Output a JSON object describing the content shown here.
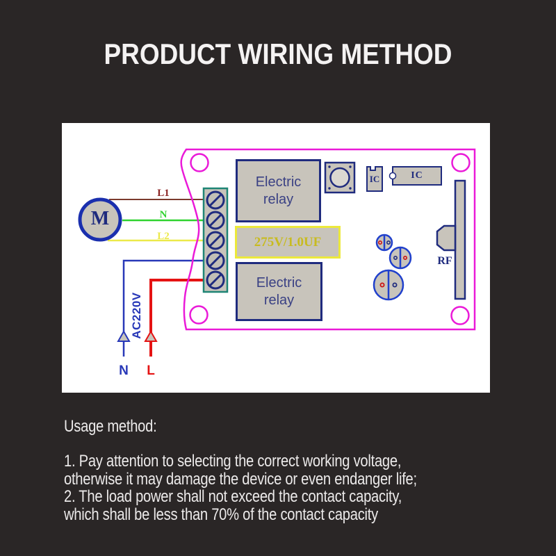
{
  "header": {
    "title": "PRODUCT WIRING METHOD"
  },
  "diagram": {
    "motor_label": "M",
    "wire_labels": {
      "l1": "L1",
      "n": "N",
      "l2": "L2"
    },
    "relay_top_label": "Electric relay",
    "relay_bottom_label": "Electric relay",
    "capacitor_label": "275V/1.0UF",
    "ic_small_label": "IC",
    "ic_large_label": "IC",
    "rf_label": "RF",
    "supply_label": "AC220V",
    "neutral_label": "N",
    "live_label": "L"
  },
  "usage": {
    "heading": "Usage method:",
    "lines": [
      "1. Pay attention to selecting the correct working voltage,",
      "otherwise it may damage the device or even endanger life;",
      "2. The load power shall not exceed the contact capacity,",
      "which shall be less than 70% of the contact capacity"
    ]
  },
  "colors": {
    "background": "#2a2626",
    "panel": "#ffffff",
    "title-text": "#f4f2f2",
    "body-text": "#eceaea",
    "magenta": "#ea1ad8",
    "navy": "#1f2b7e",
    "component-fill": "#c8c4bb",
    "teal": "#1e8575",
    "wire-l1": "#7b3a2d",
    "wire-n": "#2fd32f",
    "wire-l2": "#ece94a",
    "wire-blue": "#2838b8",
    "wire-red": "#e51313",
    "label-l1": "#8b2424",
    "cap-border": "#ece93a",
    "cap-text": "#c8bb20",
    "relay-text": "#3a4184",
    "transistor-blue": "#2040cc"
  }
}
